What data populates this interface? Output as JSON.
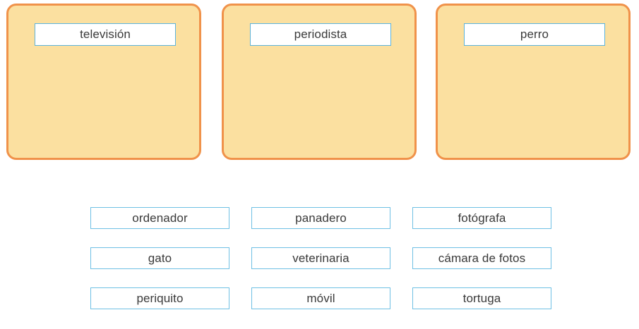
{
  "exercise": {
    "type": "drag-and-drop-categorization",
    "language": "es"
  },
  "colors": {
    "panel_fill": "#FBE0A0",
    "panel_border": "#F0924A",
    "chip_border": "#6FC0E4",
    "label_border": "#5CB3DC",
    "chip_fill": "#FFFFFF",
    "text": "#3A3A3A",
    "page_background": "#FFFFFF"
  },
  "categories": [
    {
      "label": "televisión"
    },
    {
      "label": "periodista"
    },
    {
      "label": "perro"
    }
  ],
  "word_bank": {
    "rows": [
      [
        "ordenador",
        "panadero",
        "fotógrafa"
      ],
      [
        "gato",
        "veterinaria",
        "cámara de fotos"
      ],
      [
        "periquito",
        "móvil",
        "tortuga"
      ]
    ],
    "items": [
      "ordenador",
      "panadero",
      "fotógrafa",
      "gato",
      "veterinaria",
      "cámara de fotos",
      "periquito",
      "móvil",
      "tortuga"
    ]
  }
}
